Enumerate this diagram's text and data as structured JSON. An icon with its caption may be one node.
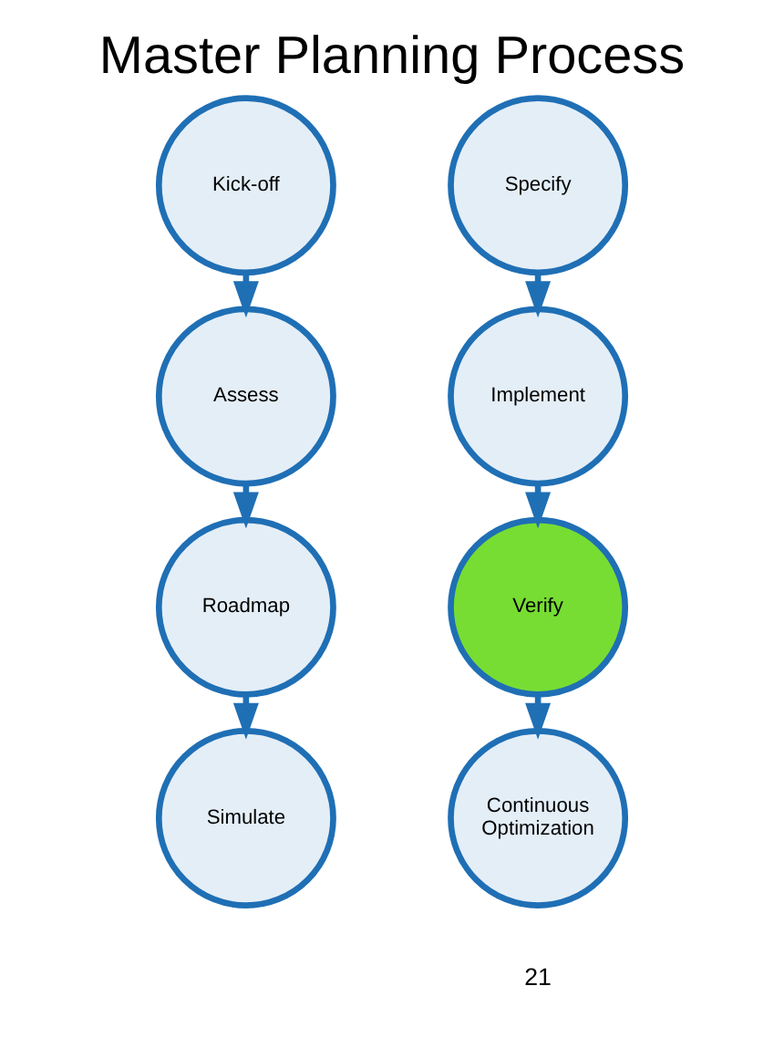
{
  "diagram": {
    "title": "Master Planning Process",
    "nodes": [
      {
        "text": [
          "Kick-off"
        ]
      },
      {
        "text": [
          "Assess"
        ]
      },
      {
        "text": [
          "Roadmap"
        ]
      },
      {
        "text": [
          "Simulate"
        ]
      },
      {
        "text": [
          "Specify"
        ]
      },
      {
        "text": [
          "Implement"
        ]
      },
      {
        "text": [
          "Verify"
        ]
      },
      {
        "text": [
          "Continuous Optimization"
        ]
      }
    ],
    "edges": [
      {
        "from": 0,
        "to": 1,
        "arrow": "to"
      },
      {
        "from": 1,
        "to": 2,
        "arrow": "to"
      },
      {
        "from": 2,
        "to": 3,
        "arrow": "to"
      },
      {
        "from": 4,
        "to": 5,
        "arrow": "to"
      },
      {
        "from": 5,
        "to": 6,
        "arrow": "to"
      },
      {
        "from": 6,
        "to": 7,
        "arrow": "to"
      }
    ],
    "labels": [
      "21"
    ]
  }
}
